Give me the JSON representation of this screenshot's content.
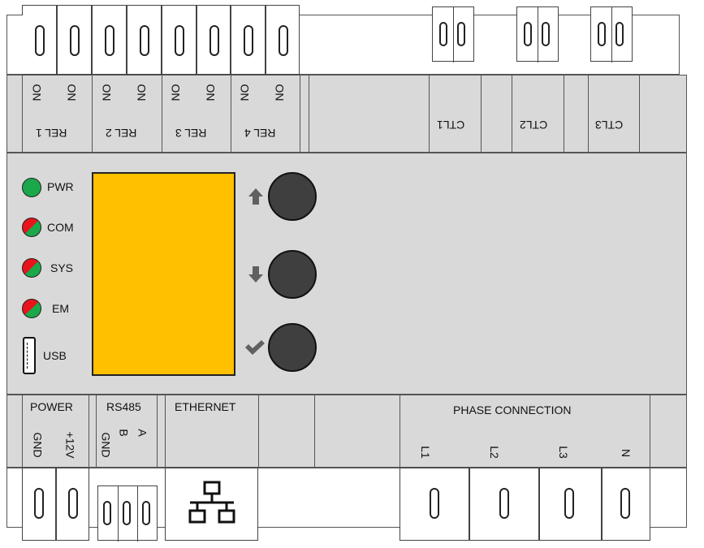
{
  "relays": [
    {
      "on_a": "ON",
      "on_b": "ON",
      "label": "REL 1"
    },
    {
      "on_a": "ON",
      "on_b": "ON",
      "label": "REL 2"
    },
    {
      "on_a": "ON",
      "on_b": "ON",
      "label": "REL 3"
    },
    {
      "on_a": "ON",
      "on_b": "ON",
      "label": "REL 4"
    }
  ],
  "ctl": [
    "CTL1",
    "CTL2",
    "CTL3"
  ],
  "indicators": [
    {
      "label": "PWR",
      "color": "#1aa84a"
    },
    {
      "label": "COM",
      "color": "bicolor"
    },
    {
      "label": "SYS",
      "color": "bicolor"
    },
    {
      "label": "EM",
      "color": "bicolor"
    }
  ],
  "usb_label": "USB",
  "display_color": "#ffc000",
  "buttons": [
    {
      "icon": "arrow-up-icon"
    },
    {
      "icon": "arrow-down-icon"
    },
    {
      "icon": "checkmark-icon"
    }
  ],
  "power": {
    "title": "POWER",
    "gnd": "GND",
    "v12": "+12V"
  },
  "rs485": {
    "title": "RS485",
    "a": "A",
    "b": "B",
    "gnd": "GND"
  },
  "ethernet": {
    "title": "ETHERNET",
    "icon": "network-icon"
  },
  "phase": {
    "title": "PHASE CONNECTION",
    "terminals": [
      "L1",
      "L2",
      "L3",
      "N"
    ]
  },
  "colors": {
    "led_red": "#e8141c",
    "led_green": "#1aa84a",
    "panel": "#d9d9d9",
    "button": "#3f3f3f",
    "arrow": "#606060"
  }
}
